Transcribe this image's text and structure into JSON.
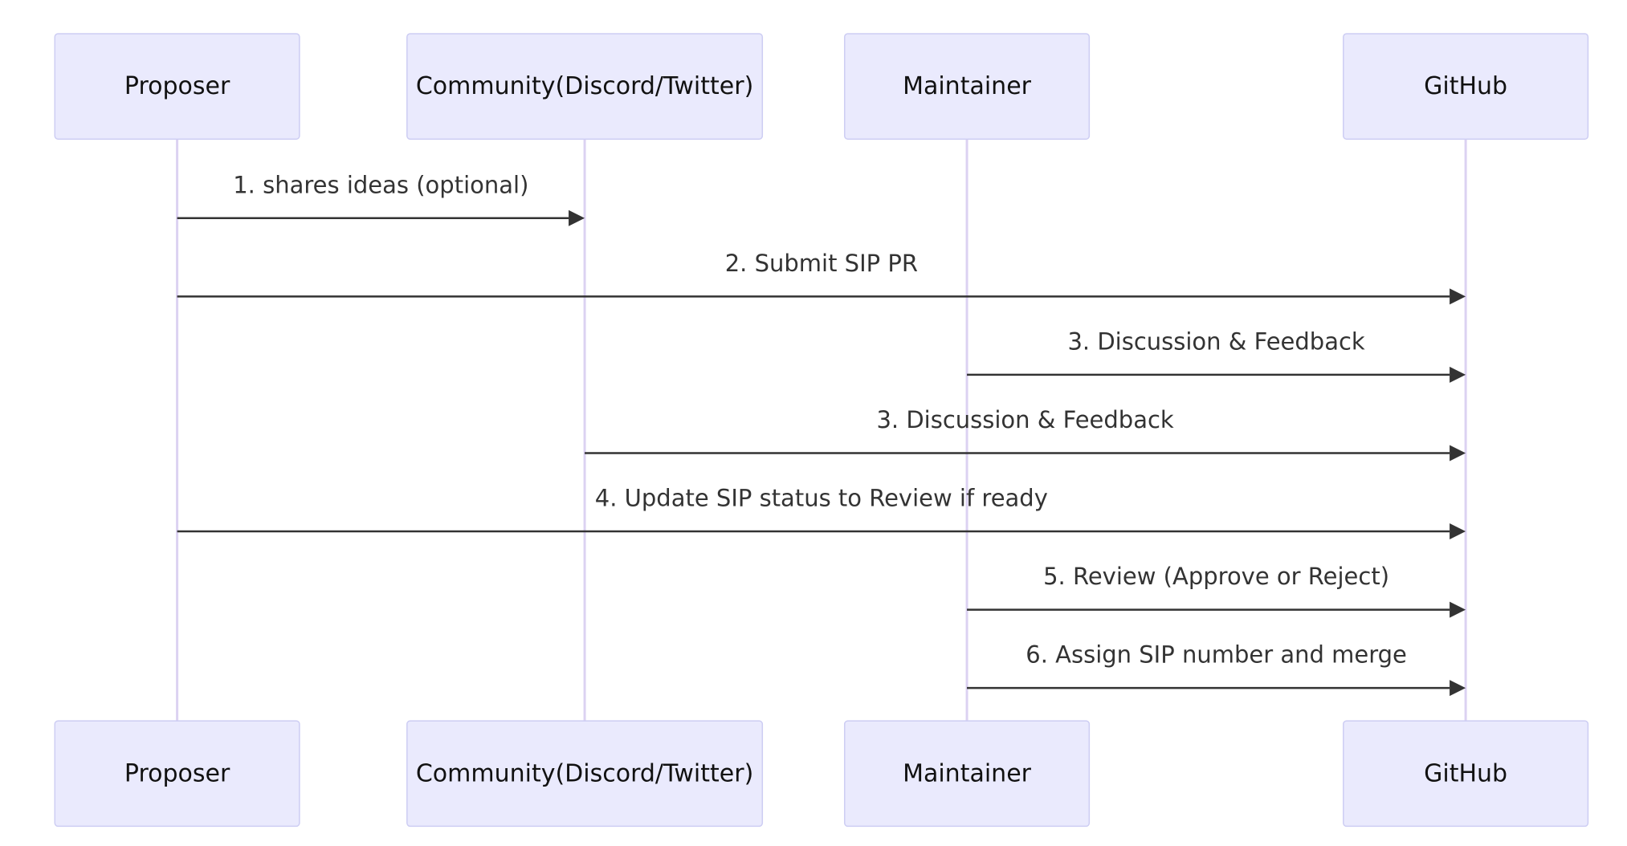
{
  "diagram": {
    "type": "sequence",
    "participants": [
      {
        "id": "proposer",
        "label": "Proposer"
      },
      {
        "id": "community",
        "label": "Community(Discord/Twitter)"
      },
      {
        "id": "maintainer",
        "label": "Maintainer"
      },
      {
        "id": "github",
        "label": "GitHub"
      }
    ],
    "messages": [
      {
        "from": "proposer",
        "to": "community",
        "label": "1. shares ideas (optional)"
      },
      {
        "from": "proposer",
        "to": "github",
        "label": "2. Submit SIP PR"
      },
      {
        "from": "maintainer",
        "to": "github",
        "label": "3. Discussion & Feedback"
      },
      {
        "from": "community",
        "to": "github",
        "label": "3. Discussion & Feedback"
      },
      {
        "from": "proposer",
        "to": "github",
        "label": "4. Update SIP status to Review if ready"
      },
      {
        "from": "maintainer",
        "to": "github",
        "label": "5. Review (Approve or Reject)"
      },
      {
        "from": "maintainer",
        "to": "github",
        "label": "6. Assign SIP number and merge"
      }
    ],
    "colors": {
      "actor_fill": "#eaeafd",
      "actor_border": "#cdcdf3",
      "lifeline": "#dcd2f2",
      "message": "#333333"
    }
  }
}
